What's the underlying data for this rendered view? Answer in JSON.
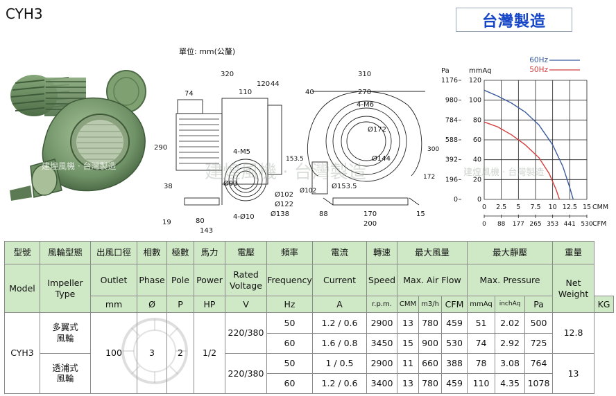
{
  "model_title": "CYH3",
  "made_in": "台灣製造",
  "unit_note": "單位: mm(公釐)",
  "watermark": "建煌風機 · 台灣製造",
  "drawing": {
    "side_labels": [
      "320",
      "120",
      "44",
      "110",
      "74",
      "290",
      "38",
      "19",
      "80",
      "143",
      "4-M5",
      "153.5",
      "Ø93",
      "Ø102",
      "Ø122",
      "Ø138",
      "4-Ø10"
    ],
    "front_labels": [
      "310",
      "40",
      "270",
      "4-M6",
      "Ø172",
      "Ø144",
      "Ø153.5",
      "Ø102",
      "300",
      "172",
      "88",
      "170",
      "200",
      "15"
    ]
  },
  "chart_data": {
    "type": "line",
    "legend": [
      "60Hz",
      "50Hz"
    ],
    "colors": {
      "60Hz": "#3a5a9c",
      "50Hz": "#d43c3c"
    },
    "y_pa_label": "Pa",
    "y_mmaq_label": "mmAq",
    "pa_ticks": [
      "1176",
      "980",
      "784",
      "588",
      "392",
      "196",
      "0"
    ],
    "mmaq_ticks": [
      "120",
      "100",
      "80",
      "60",
      "40",
      "20",
      "0"
    ],
    "cmm_label": "CMM",
    "cfm_label": "CFM",
    "cmm_ticks": [
      "0",
      "2.5",
      "5",
      "7.5",
      "10",
      "12.5",
      "15"
    ],
    "cfm_ticks": [
      "0",
      "88",
      "177",
      "265",
      "353",
      "441",
      "530"
    ],
    "xlim": [
      0,
      15
    ],
    "ylim": [
      0,
      120
    ],
    "grid": true,
    "legend_position": "top-right",
    "series": [
      {
        "name": "60Hz",
        "x": [
          0,
          2,
          4,
          6,
          8,
          10,
          11.5,
          12.5,
          13
        ],
        "y": [
          110,
          104,
          97,
          88,
          75,
          55,
          33,
          12,
          0
        ]
      },
      {
        "name": "50Hz",
        "x": [
          0,
          2,
          4,
          6,
          8,
          9.5,
          10.5,
          11
        ],
        "y": [
          78,
          73,
          65,
          55,
          42,
          26,
          10,
          0
        ]
      }
    ]
  },
  "table": {
    "row1": [
      "型號",
      "風輪型態",
      "出風口徑",
      "相數",
      "極數",
      "馬力",
      "電壓",
      "頻率",
      "電流",
      "轉速",
      "最大風量",
      "最大靜壓",
      "重量"
    ],
    "row2": [
      "Model",
      "Impeller Type",
      "Outlet",
      "Phase",
      "Pole",
      "Power",
      "Rated Voltage",
      "Frequency",
      "Current",
      "Speed",
      "Max. Air Flow",
      "Max. Pressure",
      "Net Weight"
    ],
    "row3": [
      "mm",
      "Ø",
      "P",
      "HP",
      "V",
      "Hz",
      "A",
      "r.p.m.",
      "CMM",
      "m3/h",
      "CFM",
      "mmAq",
      "inchAq",
      "Pa",
      "KG"
    ],
    "model": "CYH3",
    "outlet": "100",
    "phase": "3",
    "pole": "2",
    "power": "1/2",
    "groups": [
      {
        "impeller": "多翼式風輪",
        "voltage": "220/380",
        "weight": "12.8",
        "rows": [
          [
            "50",
            "1.2 / 0.6",
            "2900",
            "13",
            "780",
            "459",
            "51",
            "2.02",
            "500"
          ],
          [
            "60",
            "1.6 / 0.8",
            "3450",
            "15",
            "900",
            "530",
            "74",
            "2.92",
            "725"
          ]
        ]
      },
      {
        "impeller": "透浦式風輪",
        "voltage": "220/380",
        "weight": "13",
        "rows": [
          [
            "50",
            "1 / 0.5",
            "2900",
            "11",
            "660",
            "388",
            "78",
            "3.08",
            "764"
          ],
          [
            "60",
            "1.2 / 0.6",
            "3400",
            "13",
            "780",
            "459",
            "110",
            "4.35",
            "1078"
          ]
        ]
      }
    ]
  }
}
